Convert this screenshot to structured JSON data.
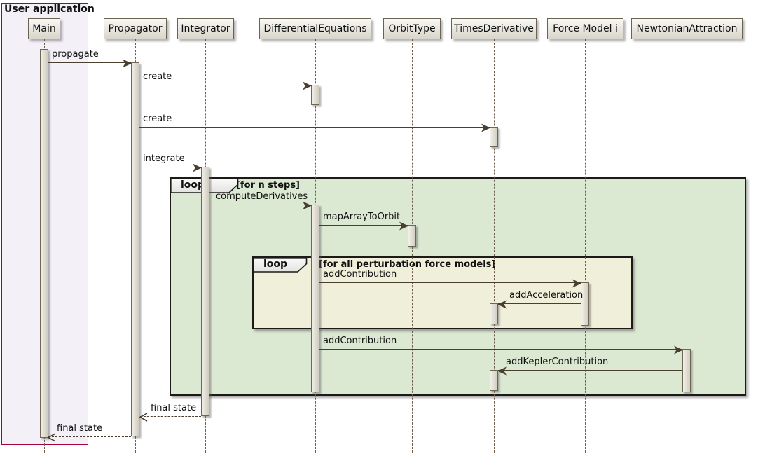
{
  "diagram": {
    "type": "uml-sequence",
    "app_box": {
      "title": "User application",
      "contains": [
        "Main"
      ]
    },
    "participants": [
      {
        "label": "Main"
      },
      {
        "label": "Propagator"
      },
      {
        "label": "Integrator"
      },
      {
        "label": "DifferentialEquations"
      },
      {
        "label": "OrbitType"
      },
      {
        "label": "TimesDerivative"
      },
      {
        "label": "Force Model i"
      },
      {
        "label": "NewtonianAttraction"
      }
    ],
    "messages": [
      {
        "label": "propagate",
        "from": "Main",
        "to": "Propagator",
        "line": "solid"
      },
      {
        "label": "create",
        "from": "Propagator",
        "to": "DifferentialEquations",
        "line": "solid"
      },
      {
        "label": "create",
        "from": "Propagator",
        "to": "TimesDerivative",
        "line": "solid"
      },
      {
        "label": "integrate",
        "from": "Propagator",
        "to": "Integrator",
        "line": "solid"
      },
      {
        "label": "computeDerivatives",
        "from": "Integrator",
        "to": "DifferentialEquations",
        "line": "solid"
      },
      {
        "label": "mapArrayToOrbit",
        "from": "DifferentialEquations",
        "to": "OrbitType",
        "line": "solid"
      },
      {
        "label": "addContribution",
        "from": "DifferentialEquations",
        "to": "Force Model i",
        "line": "solid"
      },
      {
        "label": "addAcceleration",
        "from": "Force Model i",
        "to": "TimesDerivative",
        "line": "solid"
      },
      {
        "label": "addContribution",
        "from": "DifferentialEquations",
        "to": "NewtonianAttraction",
        "line": "solid"
      },
      {
        "label": "addKeplerContribution",
        "from": "NewtonianAttraction",
        "to": "TimesDerivative",
        "line": "solid"
      },
      {
        "label": "final state",
        "from": "Integrator",
        "to": "Propagator",
        "line": "dashed"
      },
      {
        "label": "final state",
        "from": "Propagator",
        "to": "Main",
        "line": "dashed"
      }
    ],
    "frames": [
      {
        "operator": "loop",
        "condition": "[for n steps]"
      },
      {
        "operator": "loop",
        "condition": "[for all perturbation force models]"
      }
    ],
    "colors": {
      "app_box_border": "#a80036",
      "app_box_fill": "#f4f0f8",
      "participant_fill": "#e3e1d5",
      "participant_border": "#6b6352",
      "outer_loop_fill": "#dbe8d2",
      "inner_loop_fill": "#f0efda",
      "frame_border": "#1c1a17",
      "arrow": "#4a3e2f",
      "lifeline": "#6e5c4d"
    }
  }
}
